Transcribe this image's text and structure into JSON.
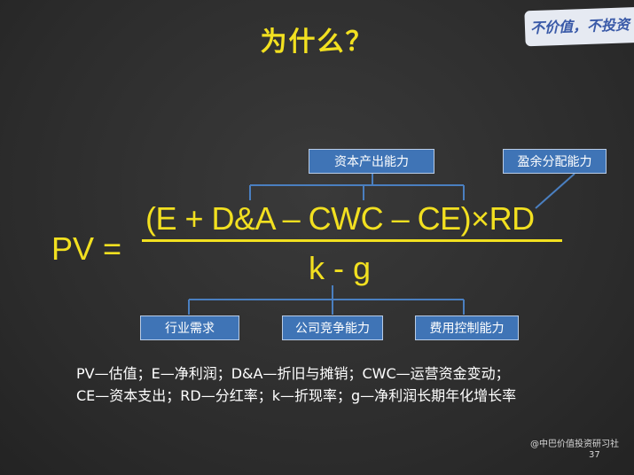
{
  "title": "为什么？",
  "stamp_text": "不价值，不投资",
  "top_boxes": {
    "left": "资本产出能力",
    "right": "盈余分配能力"
  },
  "formula": {
    "lhs": "PV =",
    "numerator": "(E + D&A  – CWC  – CE)×RD",
    "denominator": "k - g"
  },
  "bottom_boxes": [
    "行业需求",
    "公司竞争能力",
    "费用控制能力"
  ],
  "definitions": [
    "PV—估值；E—净利润；D&A—折旧与摊销；CWC—运营资金变动；",
    "CE—资本支出；RD—分红率；k—折现率；g—净利润长期年化增长率"
  ],
  "footer": {
    "source": "@中巴价值投资研习社",
    "page_number": "37"
  },
  "colors": {
    "accent_yellow": "#f2e020",
    "box_blue": "#3f74b6",
    "connector_blue": "#4a7fc0"
  }
}
